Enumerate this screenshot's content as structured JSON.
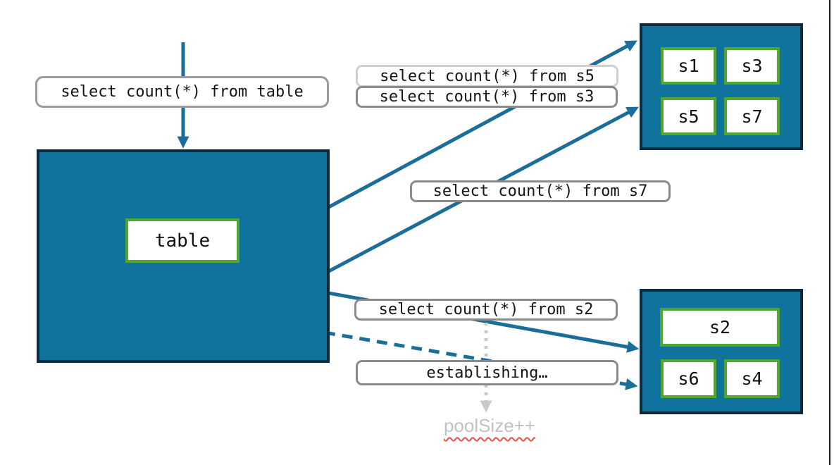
{
  "diagram": {
    "source_box": {
      "label": "table"
    },
    "query_labels": {
      "table": "select count(*) from table",
      "s5": "select count(*) from s5",
      "s3": "select count(*) from s3",
      "s7": "select count(*) from s7",
      "s2": "select count(*) from s2"
    },
    "status_label": "establishing…",
    "pool_note": "poolSize++",
    "pool_top": {
      "slots": [
        "s1",
        "s3",
        "s5",
        "s7"
      ]
    },
    "pool_bottom": {
      "slots": [
        "s2",
        "s6",
        "s4"
      ]
    }
  },
  "colors": {
    "teal": "#10739E",
    "navy": "#0D2B3C",
    "green": "#4EA72E",
    "arrow": "#1B6E99",
    "gray-border": "#8A8A8A",
    "gray-border-light": "#CFCFCF",
    "gray-border-table": "#9A9A9A",
    "dotted-gray": "#C9C9C9",
    "pool-gray": "#C2C2C2",
    "squiggle-red": "#E0544A",
    "edge-line": "#1E1E1E"
  }
}
